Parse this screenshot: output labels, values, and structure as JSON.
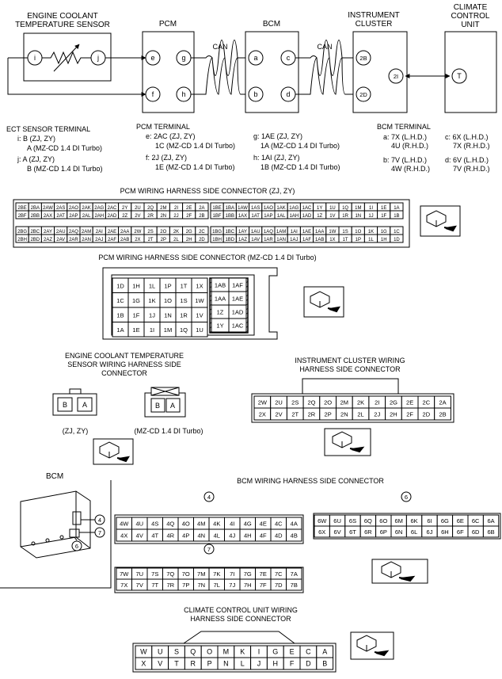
{
  "components": {
    "ect_sensor": "ENGINE COOLANT\nTEMPERATURE SENSOR",
    "pcm": "PCM",
    "bcm": "BCM",
    "instrument_cluster": "INSTRUMENT\nCLUSTER",
    "climate_control_unit": "CLIMATE\nCONTROL\nUNIT",
    "can1": "CAN",
    "can2": "CAN"
  },
  "terminals": {
    "ect": [
      "i",
      "j"
    ],
    "pcm": [
      "e",
      "g",
      "f",
      "h"
    ],
    "bcm": [
      "a",
      "c",
      "b",
      "d"
    ],
    "ic": [
      "2B",
      "2I",
      "2D"
    ],
    "ccu": [
      "T"
    ]
  },
  "ect_terminal_text": [
    "ECT SENSOR TERMINAL",
    "i: B (ZJ, ZY)",
    "A (MZ-CD 1.4 DI Turbo)",
    "j: A (ZJ, ZY)",
    "B (MZ-CD 1.4 DI Turbo)"
  ],
  "pcm_terminal_text": [
    "PCM TERMINAL",
    "e: 2AC (ZJ, ZY)",
    "1C (MZ-CD 1.4 DI Turbo)",
    "f: 2J (ZJ, ZY)",
    "1E (MZ-CD 1.4 DI Turbo)",
    "g: 1AE (ZJ, ZY)",
    "1A (MZ-CD 1.4 DI Turbo)",
    "h: 1AI (ZJ, ZY)",
    "1B (MZ-CD 1.4 DI Turbo)"
  ],
  "bcm_terminal_text": [
    "BCM TERMINAL",
    "a: 7X (L.H.D.)",
    "4U (R.H.D.)",
    "b: 7V (L.H.D.)",
    "4W (R.H.D.)",
    "c: 6X (L.H.D.)",
    "7X (R.H.D.)",
    "d: 6V (L.H.D.)",
    "7V (R.H.D.)"
  ],
  "pcm_zj_connector": {
    "title": "PCM WIRING HARNESS SIDE CONNECTOR (ZJ, ZY)",
    "left_top": [
      [
        "2BE",
        "2BA",
        "2AW",
        "2AS",
        "2AO",
        "2AK",
        "2AG",
        "2AC",
        "2Y",
        "2U",
        "2Q",
        "2M",
        "2I",
        "2E",
        "2A"
      ],
      [
        "2BF",
        "2BB",
        "2AX",
        "2AT",
        "2AP",
        "2AL",
        "2AH",
        "2AD",
        "2Z",
        "2V",
        "2R",
        "2N",
        "2J",
        "2F",
        "2B"
      ]
    ],
    "left_bottom": [
      [
        "2BG",
        "2BC",
        "2AY",
        "2AU",
        "2AQ",
        "2AM",
        "2AI",
        "2AE",
        "2AA",
        "2W",
        "2S",
        "2O",
        "2K",
        "2G",
        "2C"
      ],
      [
        "2BH",
        "2BD",
        "2AZ",
        "2AV",
        "2AR",
        "2AN",
        "2AJ",
        "2AF",
        "2AB",
        "2X",
        "2T",
        "2P",
        "2L",
        "2H",
        "2D"
      ]
    ],
    "right_top": [
      [
        "1BE",
        "1BA",
        "1AW",
        "1AS",
        "1AO",
        "1AK",
        "1AG",
        "1AC",
        "1Y",
        "1U",
        "1Q",
        "1M",
        "1I",
        "1E",
        "1A"
      ],
      [
        "1BF",
        "1BB",
        "1AX",
        "1AT",
        "1AP",
        "1AL",
        "1AH",
        "1AD",
        "1Z",
        "1V",
        "1R",
        "1N",
        "1J",
        "1F",
        "1B"
      ]
    ],
    "right_bottom": [
      [
        "1BG",
        "1BC",
        "1AY",
        "1AU",
        "1AQ",
        "1AM",
        "1AI",
        "1AE",
        "1AA",
        "1W",
        "1S",
        "1O",
        "1K",
        "1G",
        "1C"
      ],
      [
        "1BH",
        "1BD",
        "1AZ",
        "1AV",
        "1AR",
        "1AN",
        "1AJ",
        "1AF",
        "1AB",
        "1X",
        "1T",
        "1P",
        "1L",
        "1H",
        "1D"
      ]
    ]
  },
  "pcm_mz_connector": {
    "title": "PCM WIRING HARNESS SIDE CONNECTOR (MZ-CD 1.4 DI Turbo)",
    "rows": [
      [
        "1D",
        "1H",
        "1L",
        "1P",
        "1T",
        "1X"
      ],
      [
        "1C",
        "1G",
        "1K",
        "1O",
        "1S",
        "1W"
      ],
      [
        "1B",
        "1F",
        "1J",
        "1N",
        "1R",
        "1V"
      ],
      [
        "1A",
        "1E",
        "1I",
        "1M",
        "1Q",
        "1U"
      ]
    ],
    "right_rows": [
      [
        "1AB",
        "1AF"
      ],
      [
        "1AA",
        "1AE"
      ],
      [
        "1Z",
        "1AD"
      ],
      [
        "1Y",
        "1AC"
      ]
    ]
  },
  "ect_connector": {
    "title": "ENGINE COOLANT TEMPERATURE\nSENSOR WIRING HARNESS SIDE\nCONNECTOR",
    "zj_pins": [
      "B",
      "A"
    ],
    "zj_label": "(ZJ, ZY)",
    "mz_pins": [
      "B",
      "A"
    ],
    "mz_label": "(MZ-CD 1.4 DI Turbo)"
  },
  "ic_connector": {
    "title": "INSTRUMENT CLUSTER WIRING\nHARNESS SIDE CONNECTOR",
    "rows": [
      [
        "2W",
        "2U",
        "2S",
        "2Q",
        "2O",
        "2M",
        "2K",
        "2I",
        "2G",
        "2E",
        "2C",
        "2A"
      ],
      [
        "2X",
        "2V",
        "2T",
        "2R",
        "2P",
        "2N",
        "2L",
        "2J",
        "2H",
        "2F",
        "2D",
        "2B"
      ]
    ]
  },
  "bcm_locator": {
    "title": "BCM",
    "callouts": [
      "4",
      "7",
      "6"
    ]
  },
  "bcm_connector": {
    "title": "BCM WIRING HARNESS SIDE CONNECTOR",
    "c4_label": "4",
    "c4": [
      [
        "4W",
        "4U",
        "4S",
        "4Q",
        "4O",
        "4M",
        "4K",
        "4I",
        "4G",
        "4E",
        "4C",
        "4A"
      ],
      [
        "4X",
        "4V",
        "4T",
        "4R",
        "4P",
        "4N",
        "4L",
        "4J",
        "4H",
        "4F",
        "4D",
        "4B"
      ]
    ],
    "c6_label": "6",
    "c6": [
      [
        "6W",
        "6U",
        "6S",
        "6Q",
        "6O",
        "6M",
        "6K",
        "6I",
        "6G",
        "6E",
        "6C",
        "6A"
      ],
      [
        "6X",
        "6V",
        "6T",
        "6R",
        "6P",
        "6N",
        "6L",
        "6J",
        "6H",
        "6F",
        "6D",
        "6B"
      ]
    ],
    "c7_label": "7",
    "c7": [
      [
        "7W",
        "7U",
        "7S",
        "7Q",
        "7O",
        "7M",
        "7K",
        "7I",
        "7G",
        "7E",
        "7C",
        "7A"
      ],
      [
        "7X",
        "7V",
        "7T",
        "7R",
        "7P",
        "7N",
        "7L",
        "7J",
        "7H",
        "7F",
        "7D",
        "7B"
      ]
    ]
  },
  "ccu_connector": {
    "title": "CLIMATE CONTROL UNIT WIRING\nHARNESS SIDE CONNECTOR",
    "rows": [
      [
        "W",
        "U",
        "S",
        "Q",
        "O",
        "M",
        "K",
        "I",
        "G",
        "E",
        "C",
        "A"
      ],
      [
        "X",
        "V",
        "T",
        "R",
        "P",
        "N",
        "L",
        "J",
        "H",
        "F",
        "D",
        "B"
      ]
    ]
  }
}
